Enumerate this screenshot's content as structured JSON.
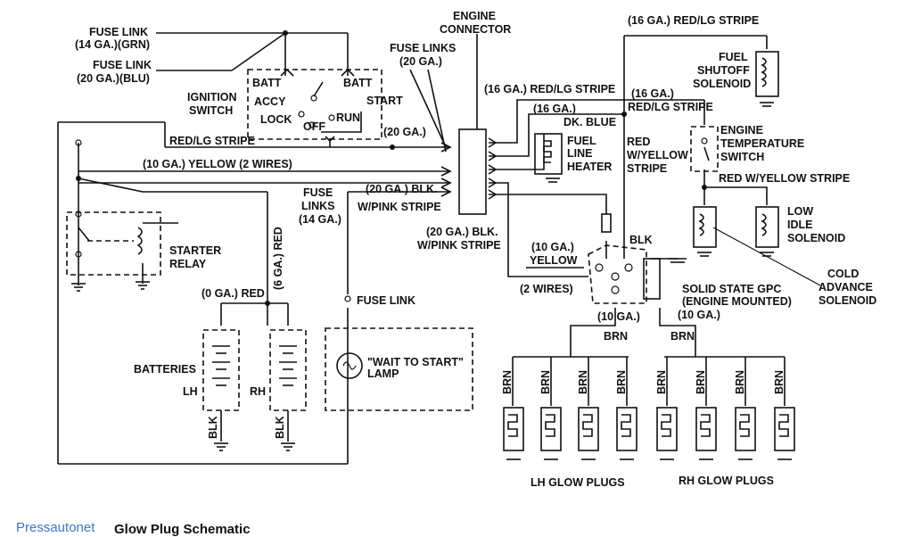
{
  "labels": {
    "fuse_link_1": "FUSE LINK",
    "fuse_link_1_ga": "(14 GA.)(GRN)",
    "fuse_link_2": "FUSE LINK",
    "fuse_link_2_ga": "(20 GA.)(BLU)",
    "ignition_1": "IGNITION",
    "ignition_2": "SWITCH",
    "batt_1": "BATT",
    "batt_2": "BATT",
    "accy": "ACCY",
    "lock": "LOCK",
    "off": "OFF",
    "run": "RUN",
    "start": "START",
    "red_lg_stripe_left": "RED/LG STRIPE",
    "ga20_left": "(20 GA.)",
    "yellow_2_wires": "(10 GA.) YELLOW (2 WIRES)",
    "fuse_links_14_a": "FUSE",
    "fuse_links_14_b": "LINKS",
    "fuse_links_14_c": "(14 GA.)",
    "blk_pink_top_a": "(20 GA.) BLK.",
    "blk_pink_top_b": "W/PINK STRIPE",
    "starter_relay_a": "STARTER",
    "starter_relay_b": "RELAY",
    "ga6_red": "(6 GA.) RED",
    "ga0_red": "(0 GA.) RED",
    "fuse_link_lamp": "FUSE LINK",
    "batteries": "BATTERIES",
    "lh": "LH",
    "rh": "RH",
    "blk_left": "BLK",
    "blk_right": "BLK",
    "wait_lamp_a": "\"WAIT TO START\"",
    "wait_lamp_b": "LAMP",
    "engine_connector_a": "ENGINE",
    "engine_connector_b": "CONNECTOR",
    "fuse_links_20_a": "FUSE LINKS",
    "fuse_links_20_b": "(20 GA.)",
    "red_lg_16_mid": "(16 GA.) RED/LG STRIPE",
    "ga16_a": "(16 GA.)",
    "dk_blue": "DK. BLUE",
    "fuel_line_heater_a": "FUEL",
    "fuel_line_heater_b": "LINE",
    "fuel_line_heater_c": "HEATER",
    "red_yellow_a": "RED",
    "red_yellow_b": "W/YELLOW",
    "red_yellow_c": "STRIPE",
    "ga16_b": "(16 GA.)",
    "red_lg_stripe_b": "RED/LG STRIPE",
    "red_lg_16_top": "(16 GA.) RED/LG STRIPE",
    "fuel_shutoff_a": "FUEL",
    "fuel_shutoff_b": "SHUTOFF",
    "fuel_shutoff_c": "SOLENOID",
    "engine_temp_a": "ENGINE",
    "engine_temp_b": "TEMPERATURE",
    "engine_temp_c": "SWITCH",
    "red_w_yellow_stripe": "RED W/YELLOW STRIPE",
    "low_idle_a": "LOW",
    "low_idle_b": "IDLE",
    "low_idle_c": "SOLENOID",
    "cold_adv_a": "COLD",
    "cold_adv_b": "ADVANCE",
    "cold_adv_c": "SOLENOID",
    "blk_pink_mid_a": "(20 GA.) BLK.",
    "blk_pink_mid_b": "W/PINK STRIPE",
    "ga10_yellow_a": "(10 GA.)",
    "ga10_yellow_b": "YELLOW",
    "blk_gpc": "BLK",
    "two_wires": "(2 WIRES)",
    "gpc_a": "SOLID STATE GPC",
    "gpc_b": "(ENGINE MOUNTED)",
    "ga10_l": "(10 GA.)",
    "ga10_r": "(10 GA.)",
    "brn_l": "BRN",
    "brn_r": "BRN",
    "brn": "BRN",
    "lh_glow": "LH GLOW PLUGS",
    "rh_glow": "RH GLOW PLUGS"
  },
  "footer": {
    "watermark": "Pressautonet",
    "caption": "Glow Plug Schematic"
  }
}
